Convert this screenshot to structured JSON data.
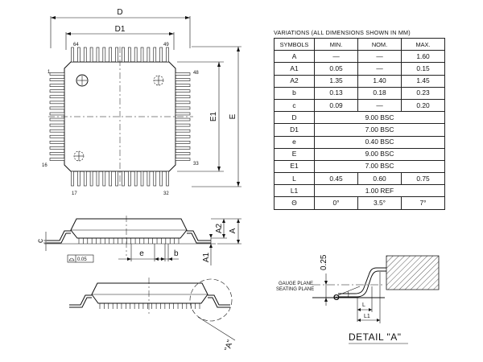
{
  "top_view": {
    "dim_D": "D",
    "dim_D1": "D1",
    "dim_E": "E",
    "dim_E1": "E1",
    "pin_64": "64",
    "pin_49": "49",
    "pin_48": "48",
    "pin_1": "1",
    "pin_16": "16",
    "pin_33": "33",
    "pin_17": "17",
    "pin_32": "32"
  },
  "side_view": {
    "dim_A": "A",
    "dim_A2": "A2",
    "dim_A1": "A1",
    "dim_c": "c",
    "dim_e": "e",
    "dim_b": "b",
    "coplanarity": "0.05",
    "detail_callout": "\"A\""
  },
  "detail": {
    "dim_025": "0.25",
    "gauge_plane": "GAUGE PLANE",
    "seating_plane": "SEATING PLANE",
    "theta": "Θ",
    "dim_L": "L",
    "dim_L1": "L1",
    "title": "DETAIL \"A\""
  },
  "table": {
    "caption": "VARIATIONS (ALL DIMENSIONS SHOWN IN MM)",
    "headers": [
      "SYMBOLS",
      "MIN.",
      "NOM.",
      "MAX."
    ],
    "rows": [
      {
        "sym": "A",
        "min": "—",
        "nom": "—",
        "max": "1.60"
      },
      {
        "sym": "A1",
        "min": "0.05",
        "nom": "—",
        "max": "0.15"
      },
      {
        "sym": "A2",
        "min": "1.35",
        "nom": "1.40",
        "max": "1.45"
      },
      {
        "sym": "b",
        "min": "0.13",
        "nom": "0.18",
        "max": "0.23"
      },
      {
        "sym": "c",
        "min": "0.09",
        "nom": "—",
        "max": "0.20"
      },
      {
        "sym": "D",
        "span": "9.00 BSC"
      },
      {
        "sym": "D1",
        "span": "7.00 BSC"
      },
      {
        "sym": "e",
        "span": "0.40 BSC"
      },
      {
        "sym": "E",
        "span": "9.00 BSC"
      },
      {
        "sym": "E1",
        "span": "7.00 BSC"
      },
      {
        "sym": "L",
        "min": "0.45",
        "nom": "0.60",
        "max": "0.75"
      },
      {
        "sym": "L1",
        "span": "1.00 REF"
      },
      {
        "sym": "Θ",
        "min": "0°",
        "nom": "3.5°",
        "max": "7°"
      }
    ]
  }
}
